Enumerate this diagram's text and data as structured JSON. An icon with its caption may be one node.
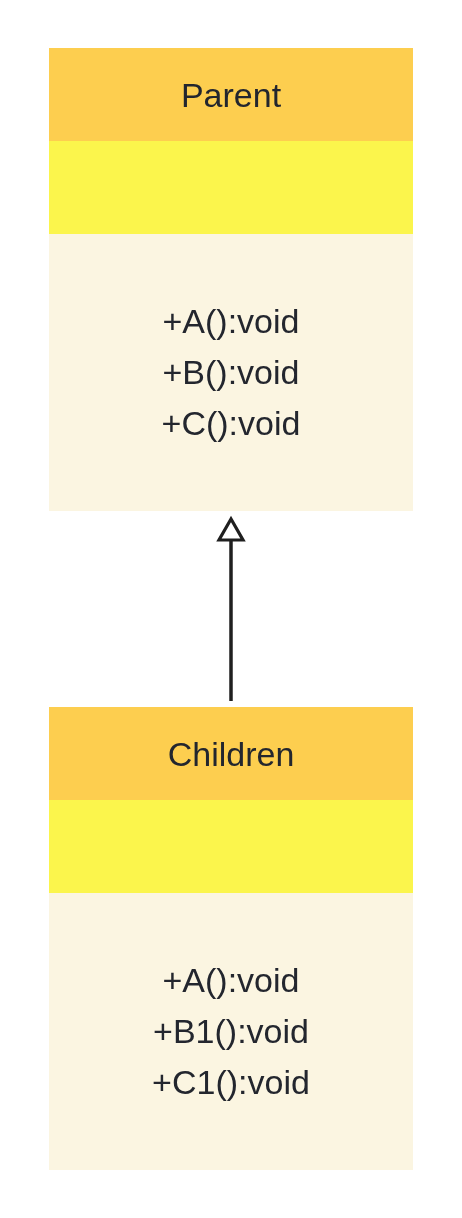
{
  "diagram": {
    "nodes": [
      {
        "text": [
          "Parent",
          "+A():void",
          "+B():void",
          "+C():void"
        ]
      },
      {
        "text": [
          "Children",
          "+A():void",
          "+B1():void",
          "+C1():void"
        ]
      }
    ],
    "edges": [
      {
        "from": 1,
        "to": 0,
        "arrow": "to"
      }
    ]
  }
}
